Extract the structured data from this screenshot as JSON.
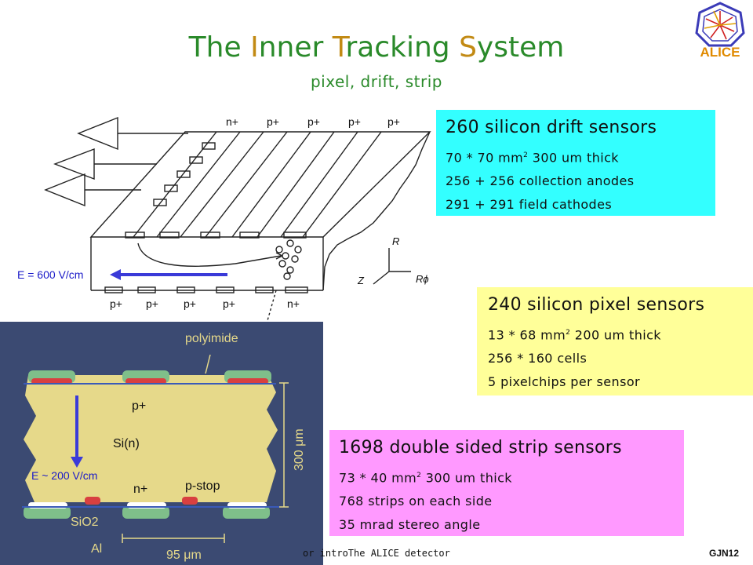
{
  "title": {
    "part1": "The ",
    "i": "I",
    "nner": "nner ",
    "t": "T",
    "racking": "racking ",
    "s": "S",
    "ystem": "ystem"
  },
  "subtitle": "pixel, drift, strip",
  "logo_text": "ALICE",
  "drift_box": {
    "heading": "260 silicon drift sensors",
    "line1_a": "70 * 70 mm",
    "line1_sup": "2",
    "line1_b": " 300 um thick",
    "line2": "256 + 256 collection anodes",
    "line3": "291 + 291 field cathodes",
    "color": "#33ffff"
  },
  "pixel_box": {
    "heading": "240 silicon pixel sensors",
    "line1_a": "13 * 68 mm",
    "line1_sup": "2",
    "line1_b": " 200 um thick",
    "line2": "256 * 160 cells",
    "line3": "5 pixelchips per sensor",
    "color": "#ffff99"
  },
  "strip_box": {
    "heading": "1698 double sided strip sensors",
    "line1_a": "73 * 40 mm",
    "line1_sup": "2",
    "line1_b": " 300 um thick",
    "line2": "768 strips on each side",
    "line3": "35 mrad stereo angle",
    "color": "#ff99ff"
  },
  "drift_diagram": {
    "top_labels": [
      "n+",
      "p+",
      "p+",
      "p+",
      "p+"
    ],
    "bottom_labels": [
      "p+",
      "p+",
      "p+",
      "p+",
      "n+"
    ],
    "axis_r": "R",
    "axis_z": "Z",
    "axis_rphi": "Rϕ",
    "field_label": "E = 600 V/cm"
  },
  "pixel_diagram": {
    "polyimide": "polyimide",
    "p_plus": "p+",
    "si_n": "Si(n)",
    "n_plus": "n+",
    "p_stop": "p-stop",
    "sio2": "SiO2",
    "al": "Al",
    "dim_300": "300 μm",
    "dim_95": "95 μm",
    "field_label": "E ~ 200 V/cm"
  },
  "footer": {
    "text": "or introThe ALICE detector",
    "id": "GJN12"
  }
}
